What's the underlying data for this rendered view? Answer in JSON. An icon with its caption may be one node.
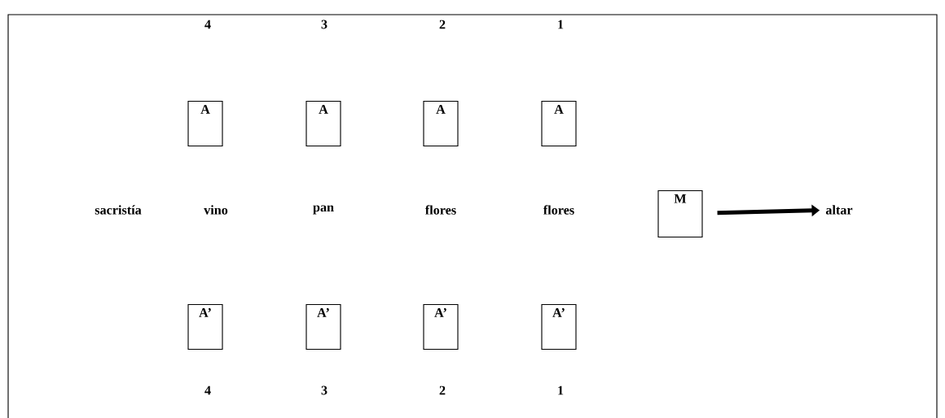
{
  "diagram": {
    "nodes": [
      {
        "text": [
          "A"
        ]
      },
      {
        "text": [
          "A"
        ]
      },
      {
        "text": [
          "A"
        ]
      },
      {
        "text": [
          "A"
        ]
      },
      {
        "text": [
          "M"
        ]
      },
      {
        "text": [
          "altar"
        ]
      },
      {
        "text": [
          "A’"
        ]
      },
      {
        "text": [
          "A’"
        ]
      },
      {
        "text": [
          "A’"
        ]
      },
      {
        "text": [
          "A’"
        ]
      }
    ],
    "edges": [
      {
        "from": 4,
        "to": 5,
        "arrow": "to"
      }
    ],
    "labels": [
      "4",
      "3",
      "2",
      "1",
      "sacristía",
      "vino",
      "pan",
      "flores",
      "flores",
      "4",
      "3",
      "2",
      "1"
    ]
  }
}
